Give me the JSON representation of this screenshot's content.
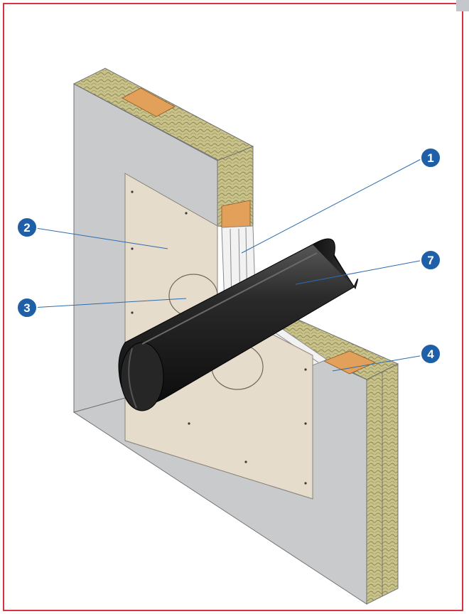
{
  "colors": {
    "frame_border": "#d9343b",
    "wall_face": "#c8cacb",
    "wall_side": "#b4b6b7",
    "board": "#e6dccb",
    "mineral_wool": "#c9c28a",
    "wood_stud": "#e3a05a",
    "pipe": "#1c1c1c",
    "callout_fill": "#1f5fa8",
    "leader_line": "#2d6cb0"
  },
  "callouts": [
    {
      "id": "1",
      "label": "1"
    },
    {
      "id": "2",
      "label": "2"
    },
    {
      "id": "3",
      "label": "3"
    },
    {
      "id": "7",
      "label": "7"
    },
    {
      "id": "4",
      "label": "4"
    }
  ]
}
